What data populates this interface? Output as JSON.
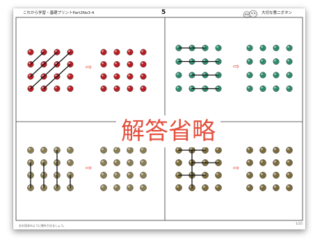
{
  "header": {
    "title": "これから学習・基礎プリントPart2No3-4",
    "page_number": "5",
    "badge_text": "大切な第二ボタン"
  },
  "stamp_text": "解答省略",
  "footer": {
    "instruction": "左の見本のように線を引きましょう。",
    "page_ref": "1/25"
  },
  "colors": {
    "red_dot": "#b81e24",
    "green_dot": "#2e8a6e",
    "khaki_dot": "#8a7d54",
    "arrow": "#e3503e",
    "stamp_text": "#e3503e",
    "line": "#111111"
  },
  "arrow_glyph": "⇨",
  "panels": [
    {
      "name": "red",
      "color": "#b81e24",
      "model_lines": [
        [
          [
            0,
            3
          ],
          [
            3,
            0
          ]
        ],
        [
          [
            0,
            2
          ],
          [
            2,
            0
          ]
        ],
        [
          [
            0,
            1
          ],
          [
            1,
            0
          ]
        ],
        [
          [
            1,
            3
          ],
          [
            3,
            1
          ]
        ]
      ]
    },
    {
      "name": "green",
      "color": "#2e8a6e",
      "model_lines": [
        [
          [
            0,
            0
          ],
          [
            2,
            0
          ]
        ],
        [
          [
            0,
            1
          ],
          [
            3,
            1
          ]
        ],
        [
          [
            1,
            2
          ],
          [
            3,
            2
          ]
        ],
        [
          [
            1,
            3
          ],
          [
            3,
            3
          ]
        ]
      ]
    },
    {
      "name": "khaki",
      "color": "#8a7d54",
      "model_lines": [
        [
          [
            0,
            1
          ],
          [
            0,
            3
          ]
        ],
        [
          [
            1,
            1
          ],
          [
            1,
            3
          ]
        ],
        [
          [
            2,
            0
          ],
          [
            2,
            3
          ]
        ],
        [
          [
            3,
            2
          ],
          [
            3,
            3
          ]
        ]
      ]
    },
    {
      "name": "bronze",
      "color": "#7a6a3c",
      "model_lines": [
        [
          [
            0,
            0
          ],
          [
            2,
            0
          ]
        ],
        [
          [
            1,
            0
          ],
          [
            1,
            1
          ]
        ],
        [
          [
            1,
            1
          ],
          [
            3,
            1
          ]
        ],
        [
          [
            1,
            1
          ],
          [
            1,
            2
          ]
        ],
        [
          [
            0,
            2
          ],
          [
            2,
            2
          ]
        ],
        [
          [
            1,
            2
          ],
          [
            1,
            3
          ]
        ]
      ]
    }
  ]
}
